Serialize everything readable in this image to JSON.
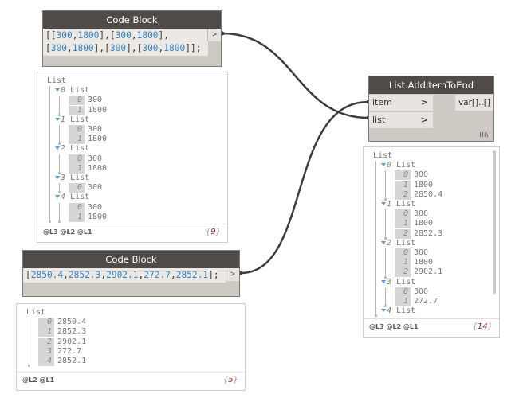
{
  "nodes": {
    "code_block_1": {
      "title": "Code Block",
      "code_line_1": [
        {
          "t": "[[",
          "n": false
        },
        {
          "t": "300",
          "n": true
        },
        {
          "t": ",",
          "n": false
        },
        {
          "t": "1800",
          "n": true
        },
        {
          "t": "],[",
          "n": false
        },
        {
          "t": "300",
          "n": true
        },
        {
          "t": ",",
          "n": false
        },
        {
          "t": "1800",
          "n": true
        },
        {
          "t": "],",
          "n": false
        }
      ],
      "code_line_2": [
        {
          "t": "[",
          "n": false
        },
        {
          "t": "300",
          "n": true
        },
        {
          "t": ",",
          "n": false
        },
        {
          "t": "1800",
          "n": true
        },
        {
          "t": "],[",
          "n": false
        },
        {
          "t": "300",
          "n": true
        },
        {
          "t": "],[",
          "n": false
        },
        {
          "t": "300",
          "n": true
        },
        {
          "t": ",",
          "n": false
        },
        {
          "t": "1800",
          "n": true
        },
        {
          "t": "]];",
          "n": false
        }
      ],
      "output_port": ">"
    },
    "code_block_2": {
      "title": "Code Block",
      "code_line_1": [
        {
          "t": "[",
          "n": false
        },
        {
          "t": "2850.4",
          "n": true
        },
        {
          "t": ",",
          "n": false
        },
        {
          "t": "2852.3",
          "n": true
        },
        {
          "t": ",",
          "n": false
        },
        {
          "t": "2902.1",
          "n": true
        },
        {
          "t": ",",
          "n": false
        },
        {
          "t": "272.7",
          "n": true
        },
        {
          "t": ",",
          "n": false
        },
        {
          "t": "2852.1",
          "n": true
        },
        {
          "t": "];",
          "n": false
        }
      ],
      "output_port": ">"
    },
    "add_item_to_end": {
      "title": "List.AddItemToEnd",
      "inputs": [
        {
          "label": "item",
          "chevron": ">"
        },
        {
          "label": "list",
          "chevron": ">"
        }
      ],
      "output": "var[]..[]",
      "lacing": "III\\"
    }
  },
  "previews": {
    "preview_1": {
      "rows": [
        {
          "kind": "header",
          "text": "List"
        },
        {
          "kind": "sub",
          "index": "0",
          "text": "List"
        },
        {
          "kind": "item",
          "index": "0",
          "value": "300"
        },
        {
          "kind": "item",
          "index": "1",
          "value": "1800"
        },
        {
          "kind": "sub",
          "index": "1",
          "text": "List"
        },
        {
          "kind": "item",
          "index": "0",
          "value": "300"
        },
        {
          "kind": "item",
          "index": "1",
          "value": "1800"
        },
        {
          "kind": "sub",
          "index": "2",
          "text": "List"
        },
        {
          "kind": "item",
          "index": "0",
          "value": "300"
        },
        {
          "kind": "item",
          "index": "1",
          "value": "1800"
        },
        {
          "kind": "sub",
          "index": "3",
          "text": "List"
        },
        {
          "kind": "item",
          "index": "0",
          "value": "300"
        },
        {
          "kind": "sub",
          "index": "4",
          "text": "List"
        },
        {
          "kind": "item",
          "index": "0",
          "value": "300"
        },
        {
          "kind": "item",
          "index": "1",
          "value": "1800"
        }
      ],
      "levels": "@L3 @L2 @L1",
      "count": "9"
    },
    "preview_2": {
      "rows": [
        {
          "kind": "header",
          "text": "List"
        },
        {
          "kind": "item",
          "index": "0",
          "value": "2850.4"
        },
        {
          "kind": "item",
          "index": "1",
          "value": "2852.3"
        },
        {
          "kind": "item",
          "index": "2",
          "value": "2902.1"
        },
        {
          "kind": "item",
          "index": "3",
          "value": "272.7"
        },
        {
          "kind": "item",
          "index": "4",
          "value": "2852.1"
        }
      ],
      "levels": "@L2 @L1",
      "count": "5"
    },
    "preview_3": {
      "rows": [
        {
          "kind": "header",
          "text": "List"
        },
        {
          "kind": "sub",
          "index": "0",
          "text": "List"
        },
        {
          "kind": "item",
          "index": "0",
          "value": "300"
        },
        {
          "kind": "item",
          "index": "1",
          "value": "1800"
        },
        {
          "kind": "item",
          "index": "2",
          "value": "2850.4"
        },
        {
          "kind": "sub",
          "index": "1",
          "text": "List"
        },
        {
          "kind": "item",
          "index": "0",
          "value": "300"
        },
        {
          "kind": "item",
          "index": "1",
          "value": "1800"
        },
        {
          "kind": "item",
          "index": "2",
          "value": "2852.3"
        },
        {
          "kind": "sub",
          "index": "2",
          "text": "List"
        },
        {
          "kind": "item",
          "index": "0",
          "value": "300"
        },
        {
          "kind": "item",
          "index": "1",
          "value": "1800"
        },
        {
          "kind": "item",
          "index": "2",
          "value": "2902.1"
        },
        {
          "kind": "sub",
          "index": "3",
          "text": "List"
        },
        {
          "kind": "item",
          "index": "0",
          "value": "300"
        },
        {
          "kind": "item",
          "index": "1",
          "value": "272.7"
        },
        {
          "kind": "sub",
          "index": "4",
          "text": "List"
        }
      ],
      "levels": "@L3 @L2 @L1",
      "count": "14"
    }
  },
  "wires": [
    {
      "from": "code_block_1.output",
      "to": "add_item_to_end.list"
    },
    {
      "from": "code_block_2.output",
      "to": "add_item_to_end.item"
    }
  ],
  "colors": {
    "node_header": "#4e4b48",
    "node_body": "#cdc9c3",
    "number": "#3383c7",
    "wire": "#3c3c3c",
    "count": "#a02020",
    "list_triangle": "#5a9bd5"
  }
}
